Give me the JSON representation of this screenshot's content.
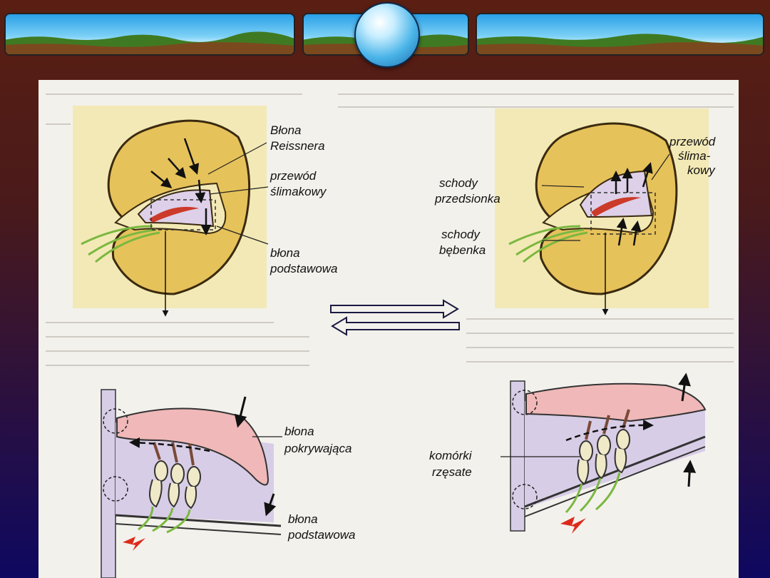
{
  "labels": {
    "top_left": {
      "reissner_1": "Błona",
      "reissner_2": "Reissnera",
      "cochlear_duct_1": "przewód",
      "cochlear_duct_2": "ślimakowy",
      "basilar_1": "błona",
      "basilar_2": "podstawowa"
    },
    "top_right": {
      "cochlear_duct_1": "przewód",
      "cochlear_duct_2": "ślima-",
      "cochlear_duct_3": "kowy",
      "vestibuli_1": "schody",
      "vestibuli_2": "przedsionka",
      "tympani_1": "schody",
      "tympani_2": "bębenka"
    },
    "bottom_left": {
      "tectorial_1": "błona",
      "tectorial_2": "pokrywająca",
      "basilar_1": "błona",
      "basilar_2": "podstawowa"
    },
    "bottom_right": {
      "hair_cells_1": "komórki",
      "hair_cells_2": "rzęsate"
    }
  },
  "colors": {
    "scala": "#e6c25a",
    "duct": "#ddd0e8",
    "membrane": "#cc3a2a",
    "nerve": "#7ab840",
    "panel": "#f3e9b6",
    "tectorial": "#f0b8b8",
    "tissue": "#d8cde6"
  }
}
